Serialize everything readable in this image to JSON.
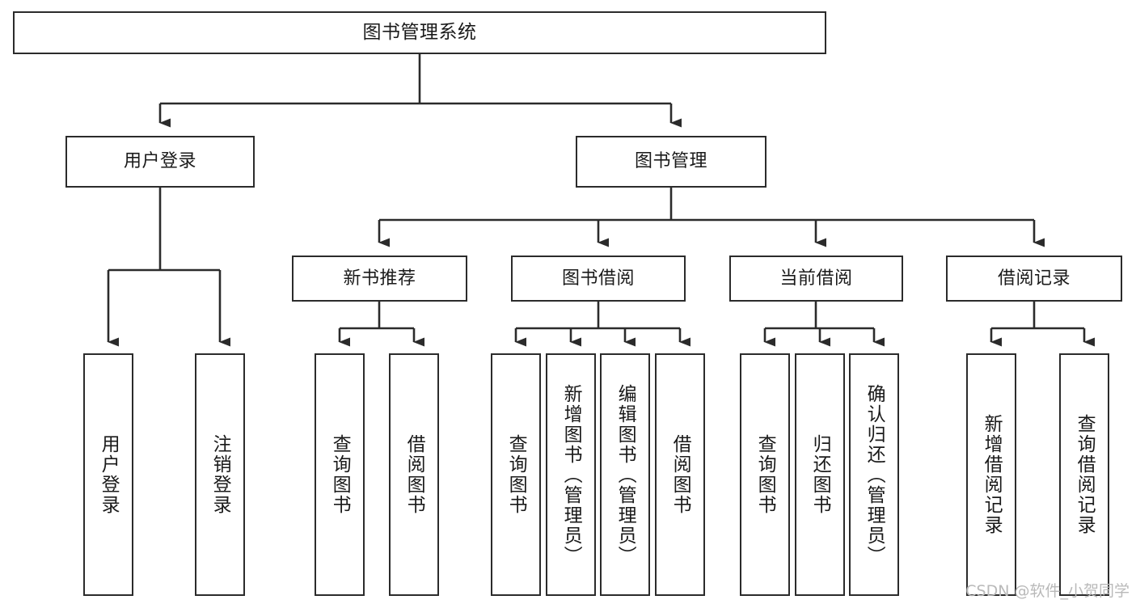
{
  "diagram": {
    "title": "图书管理系统",
    "type": "hierarchy-tree",
    "orientation": "top-down",
    "colors": {
      "box_border": "#2b2b2b",
      "box_fill": "#ffffff",
      "connector": "#2b2b2b",
      "text": "#1a1a1a",
      "watermark": "#b9b9b9",
      "background": "#ffffff"
    },
    "root": {
      "label": "图书管理系统"
    },
    "level2": [
      {
        "label": "用户登录"
      },
      {
        "label": "图书管理"
      }
    ],
    "level3": [
      {
        "label": "新书推荐"
      },
      {
        "label": "图书借阅"
      },
      {
        "label": "当前借阅"
      },
      {
        "label": "借阅记录"
      }
    ],
    "leaves": {
      "user_login": [
        {
          "label": "用户登录"
        },
        {
          "label": "注销登录"
        }
      ],
      "new_book_recommend": [
        {
          "label": "查询图书"
        },
        {
          "label": "借阅图书"
        }
      ],
      "book_borrow": [
        {
          "label": "查询图书"
        },
        {
          "label": "新增图书（管理员）"
        },
        {
          "label": "编辑图书（管理员）"
        },
        {
          "label": "借阅图书"
        }
      ],
      "current_borrow": [
        {
          "label": "查询图书"
        },
        {
          "label": "归还图书"
        },
        {
          "label": "确认归还（管理员）"
        }
      ],
      "borrow_record": [
        {
          "label": "新增借阅记录"
        },
        {
          "label": "查询借阅记录"
        }
      ]
    }
  },
  "watermark": {
    "text": "CSDN @软件_小贺同学"
  }
}
